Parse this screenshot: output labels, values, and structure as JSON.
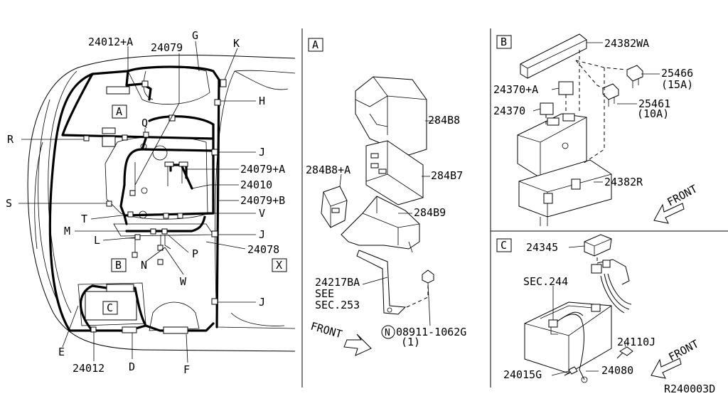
{
  "main_view": {
    "labels": {
      "p24012a": "24012+A",
      "p24079": "24079",
      "g": "G",
      "k": "K",
      "a_box": "A",
      "h": "H",
      "r": "R",
      "q": "Q",
      "j1": "J",
      "p24079a": "24079+A",
      "p24010": "24010",
      "p24079b": "24079+B",
      "s": "S",
      "t": "T",
      "v": "V",
      "m": "M",
      "j2": "J",
      "l": "L",
      "p24078": "24078",
      "p": "P",
      "b_box": "B",
      "x_box": "X",
      "n": "N",
      "w": "W",
      "c_box": "C",
      "j3": "J",
      "e": "E",
      "p24012": "24012",
      "d": "D",
      "f": "F"
    }
  },
  "panel_a": {
    "tag": "A",
    "labels": {
      "p284b8": "284B8",
      "p284b8a": "284B8+A",
      "p284b7": "284B7",
      "p284b9": "284B9",
      "p24217ba": "24217BA",
      "see": "SEE",
      "sec253": "SEC.253",
      "front": "FRONT",
      "n_mark": "N",
      "p08911": "08911-1062G",
      "qty": "(1)"
    }
  },
  "panel_b": {
    "tag": "B",
    "labels": {
      "p24382wa": "24382WA",
      "p25466": "25466",
      "amp15": "(15A)",
      "p24370a": "24370+A",
      "p25461": "25461",
      "amp10": "(10A)",
      "p24370": "24370",
      "p24382r": "24382R",
      "front": "FRONT"
    }
  },
  "panel_c": {
    "tag": "C",
    "labels": {
      "p24345": "24345",
      "sec244": "SEC.244",
      "p24110j": "24110J",
      "p24015g": "24015G",
      "p24080": "24080",
      "front": "FRONT"
    }
  },
  "footer": {
    "code": "R240003D"
  }
}
